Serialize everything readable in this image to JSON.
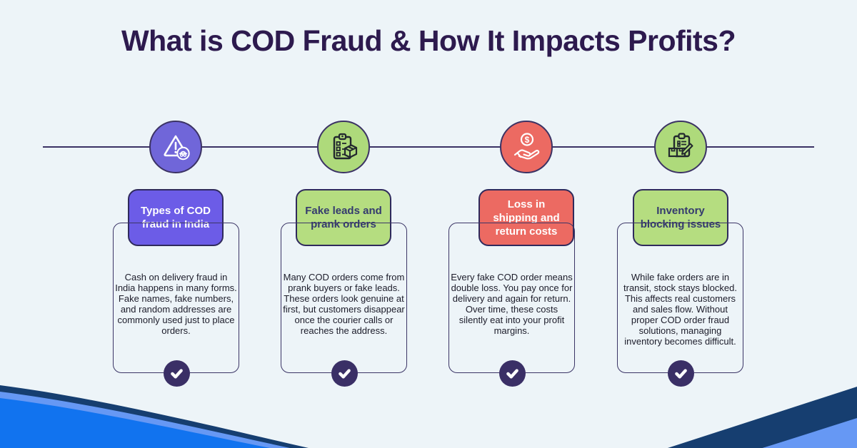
{
  "page": {
    "title": "What is COD Fraud & How It Impacts Profits?"
  },
  "colors": {
    "background": "#edf4f8",
    "title_text": "#2d1a4e",
    "timeline_line": "#3b3264",
    "card_border": "#3b3566",
    "check_badge": "#3a2f66",
    "corner_navy": "#163e70",
    "corner_light_blue": "#6698f4",
    "corner_bright_blue": "#1173ef"
  },
  "columns": [
    {
      "icon": "warning-incognito-icon",
      "circle_color": "#7066d9",
      "icon_color": "#ffffff",
      "box_color": "#6c5ce7",
      "box_text_color": "#ffffff",
      "title": "Types of COD fraud in India",
      "body": "Cash on delivery fraud in India happens in many forms. Fake names, fake numbers, and random addresses are commonly used just to place orders."
    },
    {
      "icon": "clipboard-package-icon",
      "circle_color": "#aeda7b",
      "icon_color": "#22282e",
      "box_color": "#b5dd80",
      "box_text_color": "#343a6e",
      "title": "Fake leads and prank orders",
      "body": "Many COD orders come from prank buyers or fake leads. These orders look genuine at first, but customers disappear once the courier calls or reaches the address."
    },
    {
      "icon": "hand-dollar-icon",
      "circle_color": "#ec6a62",
      "icon_color": "#ffffff",
      "box_color": "#ec6a62",
      "box_text_color": "#ffffff",
      "title": "Loss in shipping and return costs",
      "body": "Every fake COD order means double loss. You pay once for delivery and again for return. Over time, these costs silently eat into your profit margins."
    },
    {
      "icon": "inventory-clipboard-icon",
      "circle_color": "#aeda7b",
      "icon_color": "#22282e",
      "box_color": "#b5dd80",
      "box_text_color": "#343a6e",
      "title": "Inventory blocking issues",
      "body": "While fake orders are in transit, stock stays blocked. This affects real customers and sales flow. Without proper COD order fraud solutions, managing inventory becomes difficult."
    }
  ]
}
